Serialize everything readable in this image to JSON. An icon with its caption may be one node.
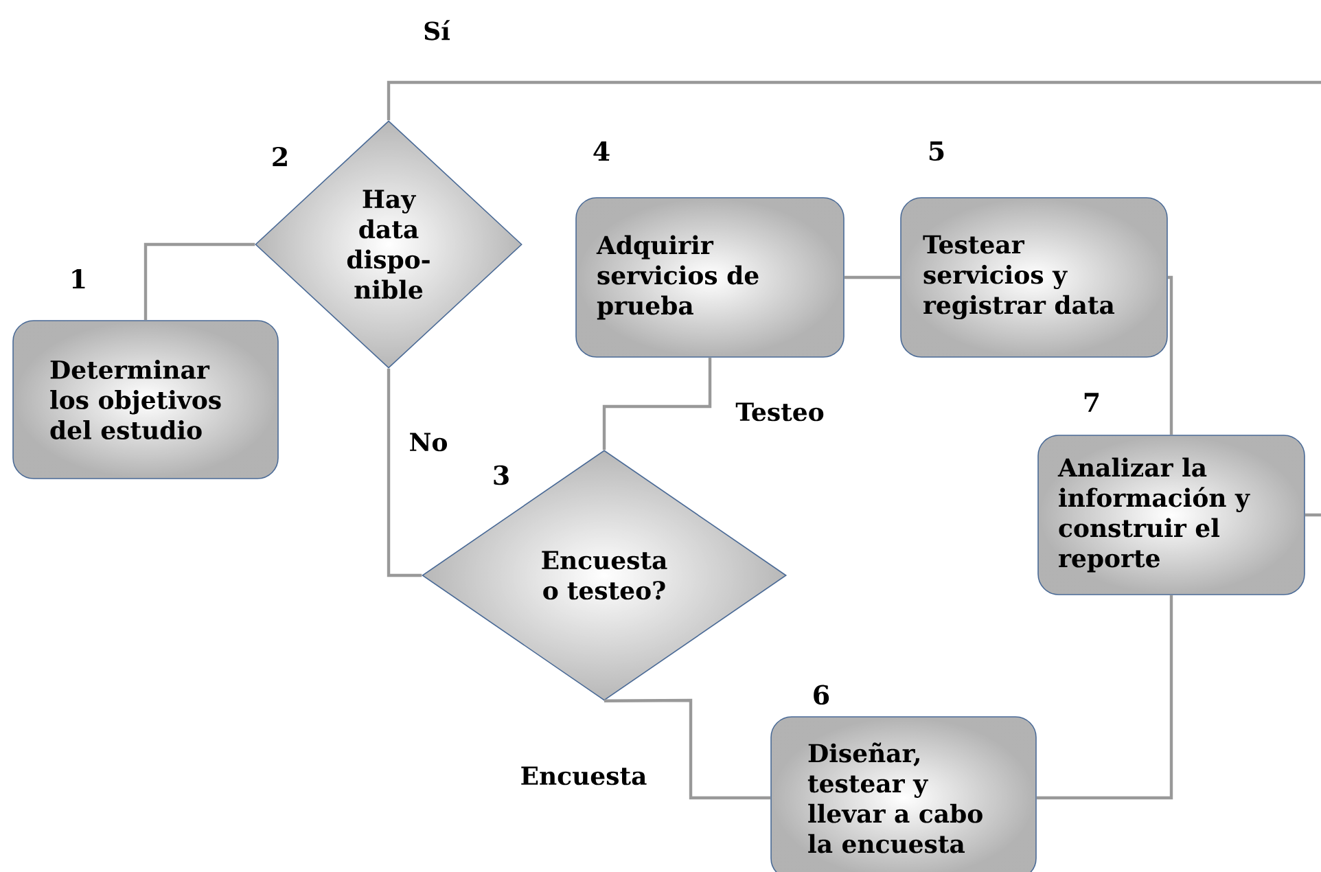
{
  "diagram": {
    "nodes": [
      {
        "text": [
          "Determinar los objetivos del estudio"
        ],
        "beside": [
          "1"
        ]
      },
      {
        "text": [
          "Hay data dispo- nible"
        ],
        "beside": [
          "2"
        ]
      },
      {
        "text": [
          "Adquirir servicios de prueba"
        ],
        "beside": [
          "4"
        ]
      },
      {
        "text": [
          "Testear servicios y registrar data"
        ],
        "beside": [
          "5"
        ]
      },
      {
        "text": [
          "Encuesta o testeo?"
        ],
        "beside": [
          "3"
        ]
      },
      {
        "text": [
          "Analizar la información y construir el reporte"
        ],
        "beside": [
          "7"
        ]
      },
      {
        "text": [
          "Diseñar, testear y llevar a cabo la encuesta"
        ],
        "beside": [
          "6"
        ]
      }
    ],
    "edges": [
      {
        "from": 0,
        "to": 1,
        "arrow": "none"
      },
      {
        "from": 1,
        "to": null,
        "arrow": "none",
        "label": "Sí"
      },
      {
        "from": 1,
        "to": 4,
        "arrow": "none",
        "label": "No"
      },
      {
        "from": 4,
        "to": 2,
        "arrow": "none",
        "label": "Testeo"
      },
      {
        "from": 2,
        "to": 3,
        "arrow": "none"
      },
      {
        "from": 3,
        "to": 5,
        "arrow": "none"
      },
      {
        "from": 4,
        "to": 6,
        "arrow": "none",
        "label": "Encuesta"
      },
      {
        "from": 6,
        "to": 5,
        "arrow": "none"
      },
      {
        "from": 5,
        "to": null,
        "arrow": "none"
      }
    ]
  }
}
